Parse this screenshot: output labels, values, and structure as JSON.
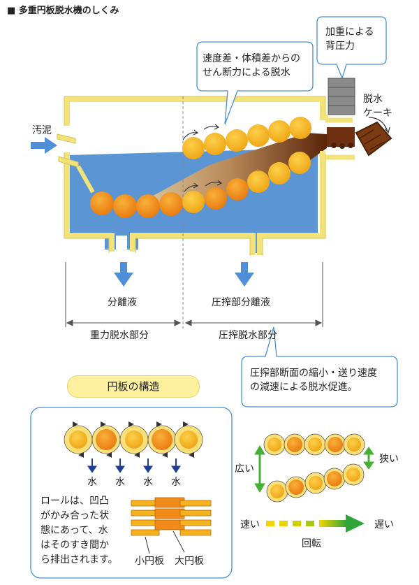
{
  "header": {
    "title": "■ 多重円板脱水機のしくみ"
  },
  "top": {
    "sludge_label": "汚泥",
    "shear_bubble": [
      "速度差・体積差からの",
      "せん断力による脱水"
    ],
    "pressure_bubble": [
      "加重による",
      "背圧力"
    ],
    "cake_label": [
      "脱水",
      "ケーキ"
    ],
    "filtrate_label": "分離液",
    "press_filtrate_label": "圧搾部分離液",
    "gravity_section_label": "重力脱水部分",
    "press_section_label": "圧搾脱水部分",
    "promotion_bubble": [
      "圧搾部断面の縮小・送り速度",
      "の減速による脱水促進。"
    ]
  },
  "bottom": {
    "structure_title": "円板の構造",
    "water_labels": [
      "水",
      "水",
      "水",
      "水"
    ],
    "roll_text": [
      "ロールは、凹凸",
      "がかみ合った状",
      "態にあって、水",
      "はそのすき間か",
      "ら排出されます。"
    ],
    "small_disc_label": "小円板",
    "large_disc_label": "大円板",
    "wide_label": "広い",
    "narrow_label": "狭い",
    "fast_label": "速い",
    "slow_label": "遅い",
    "rotation_label": "回転"
  },
  "colors": {
    "tank_outline": "#f2e27a",
    "water": "#5b95d3",
    "disc_orange": "#f08a1a",
    "disc_yellow": "#f6b21c",
    "sludge_brown": "#7a3a12",
    "arrow_blue": "#4f8fd8",
    "gradient_green": "#45b035"
  }
}
